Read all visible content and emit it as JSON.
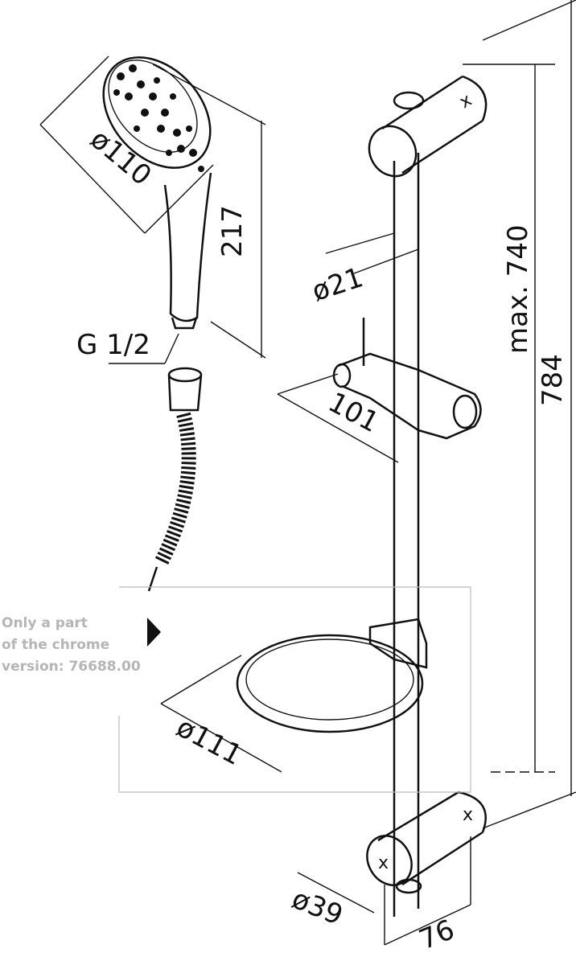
{
  "dimensions": {
    "head_diameter": "ø110",
    "head_length": "217",
    "thread": "G 1/2",
    "rail_diameter": "ø21",
    "slider_depth": "101",
    "max_spacing": "max. 740",
    "rail_length": "784",
    "dish_diameter": "ø111",
    "bracket_diameter": "ø39",
    "wall_offset": "76"
  },
  "note": {
    "line1": "Only a part",
    "line2": "of the chrome",
    "line3": "version: 76688.00"
  },
  "colors": {
    "line": "#111111",
    "note": "#b5b5b8",
    "frame": "#bbbbbb"
  }
}
